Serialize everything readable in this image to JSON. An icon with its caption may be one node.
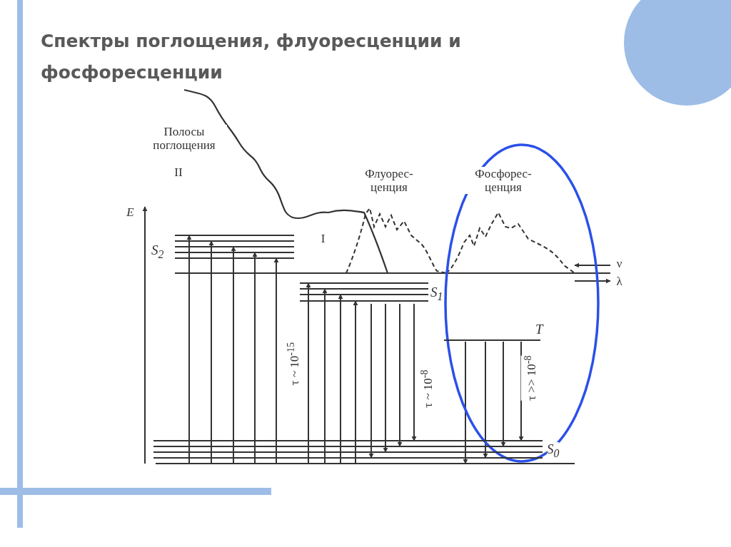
{
  "diagram": {
    "title": "Спектры поглощения, флуоресценции и фосфоресценции",
    "nodes": [
      {
        "text": [
          "S$_{2}$"
        ]
      },
      {
        "text": [
          "S$_{1}$"
        ]
      },
      {
        "text": [
          "T"
        ]
      },
      {
        "text": [
          "S$_{0}$"
        ]
      }
    ],
    "edges": [
      {
        "from": 3,
        "to": 0,
        "arrow": "to"
      },
      {
        "from": 3,
        "to": 0,
        "arrow": "to"
      },
      {
        "from": 3,
        "to": 0,
        "arrow": "to"
      },
      {
        "from": 3,
        "to": 0,
        "arrow": "to"
      },
      {
        "from": 3,
        "to": 0,
        "arrow": "to"
      },
      {
        "from": 3,
        "to": 1,
        "arrow": "to"
      },
      {
        "from": 3,
        "to": 1,
        "arrow": "to"
      },
      {
        "from": 3,
        "to": 1,
        "arrow": "to"
      },
      {
        "from": 3,
        "to": 1,
        "arrow": "to"
      },
      {
        "from": 1,
        "to": 3,
        "arrow": "to"
      },
      {
        "from": 1,
        "to": 3,
        "arrow": "to"
      },
      {
        "from": 1,
        "to": 3,
        "arrow": "to"
      },
      {
        "from": 1,
        "to": 3,
        "arrow": "to"
      },
      {
        "from": 2,
        "to": 3,
        "arrow": "to"
      },
      {
        "from": 2,
        "to": 3,
        "arrow": "to"
      },
      {
        "from": 2,
        "to": 3,
        "arrow": "to"
      },
      {
        "from": 2,
        "to": 3,
        "arrow": "to"
      }
    ],
    "labels": [
      "Полосы поглощения",
      "II",
      "Флуорес- ценция",
      "Фосфорес- ценция",
      "E",
      "I",
      "ν",
      "λ",
      "τ ~ 10$^{-15}$",
      "τ ~ 10$^{-8}$",
      "τ >> 10$^{-8}$"
    ]
  }
}
